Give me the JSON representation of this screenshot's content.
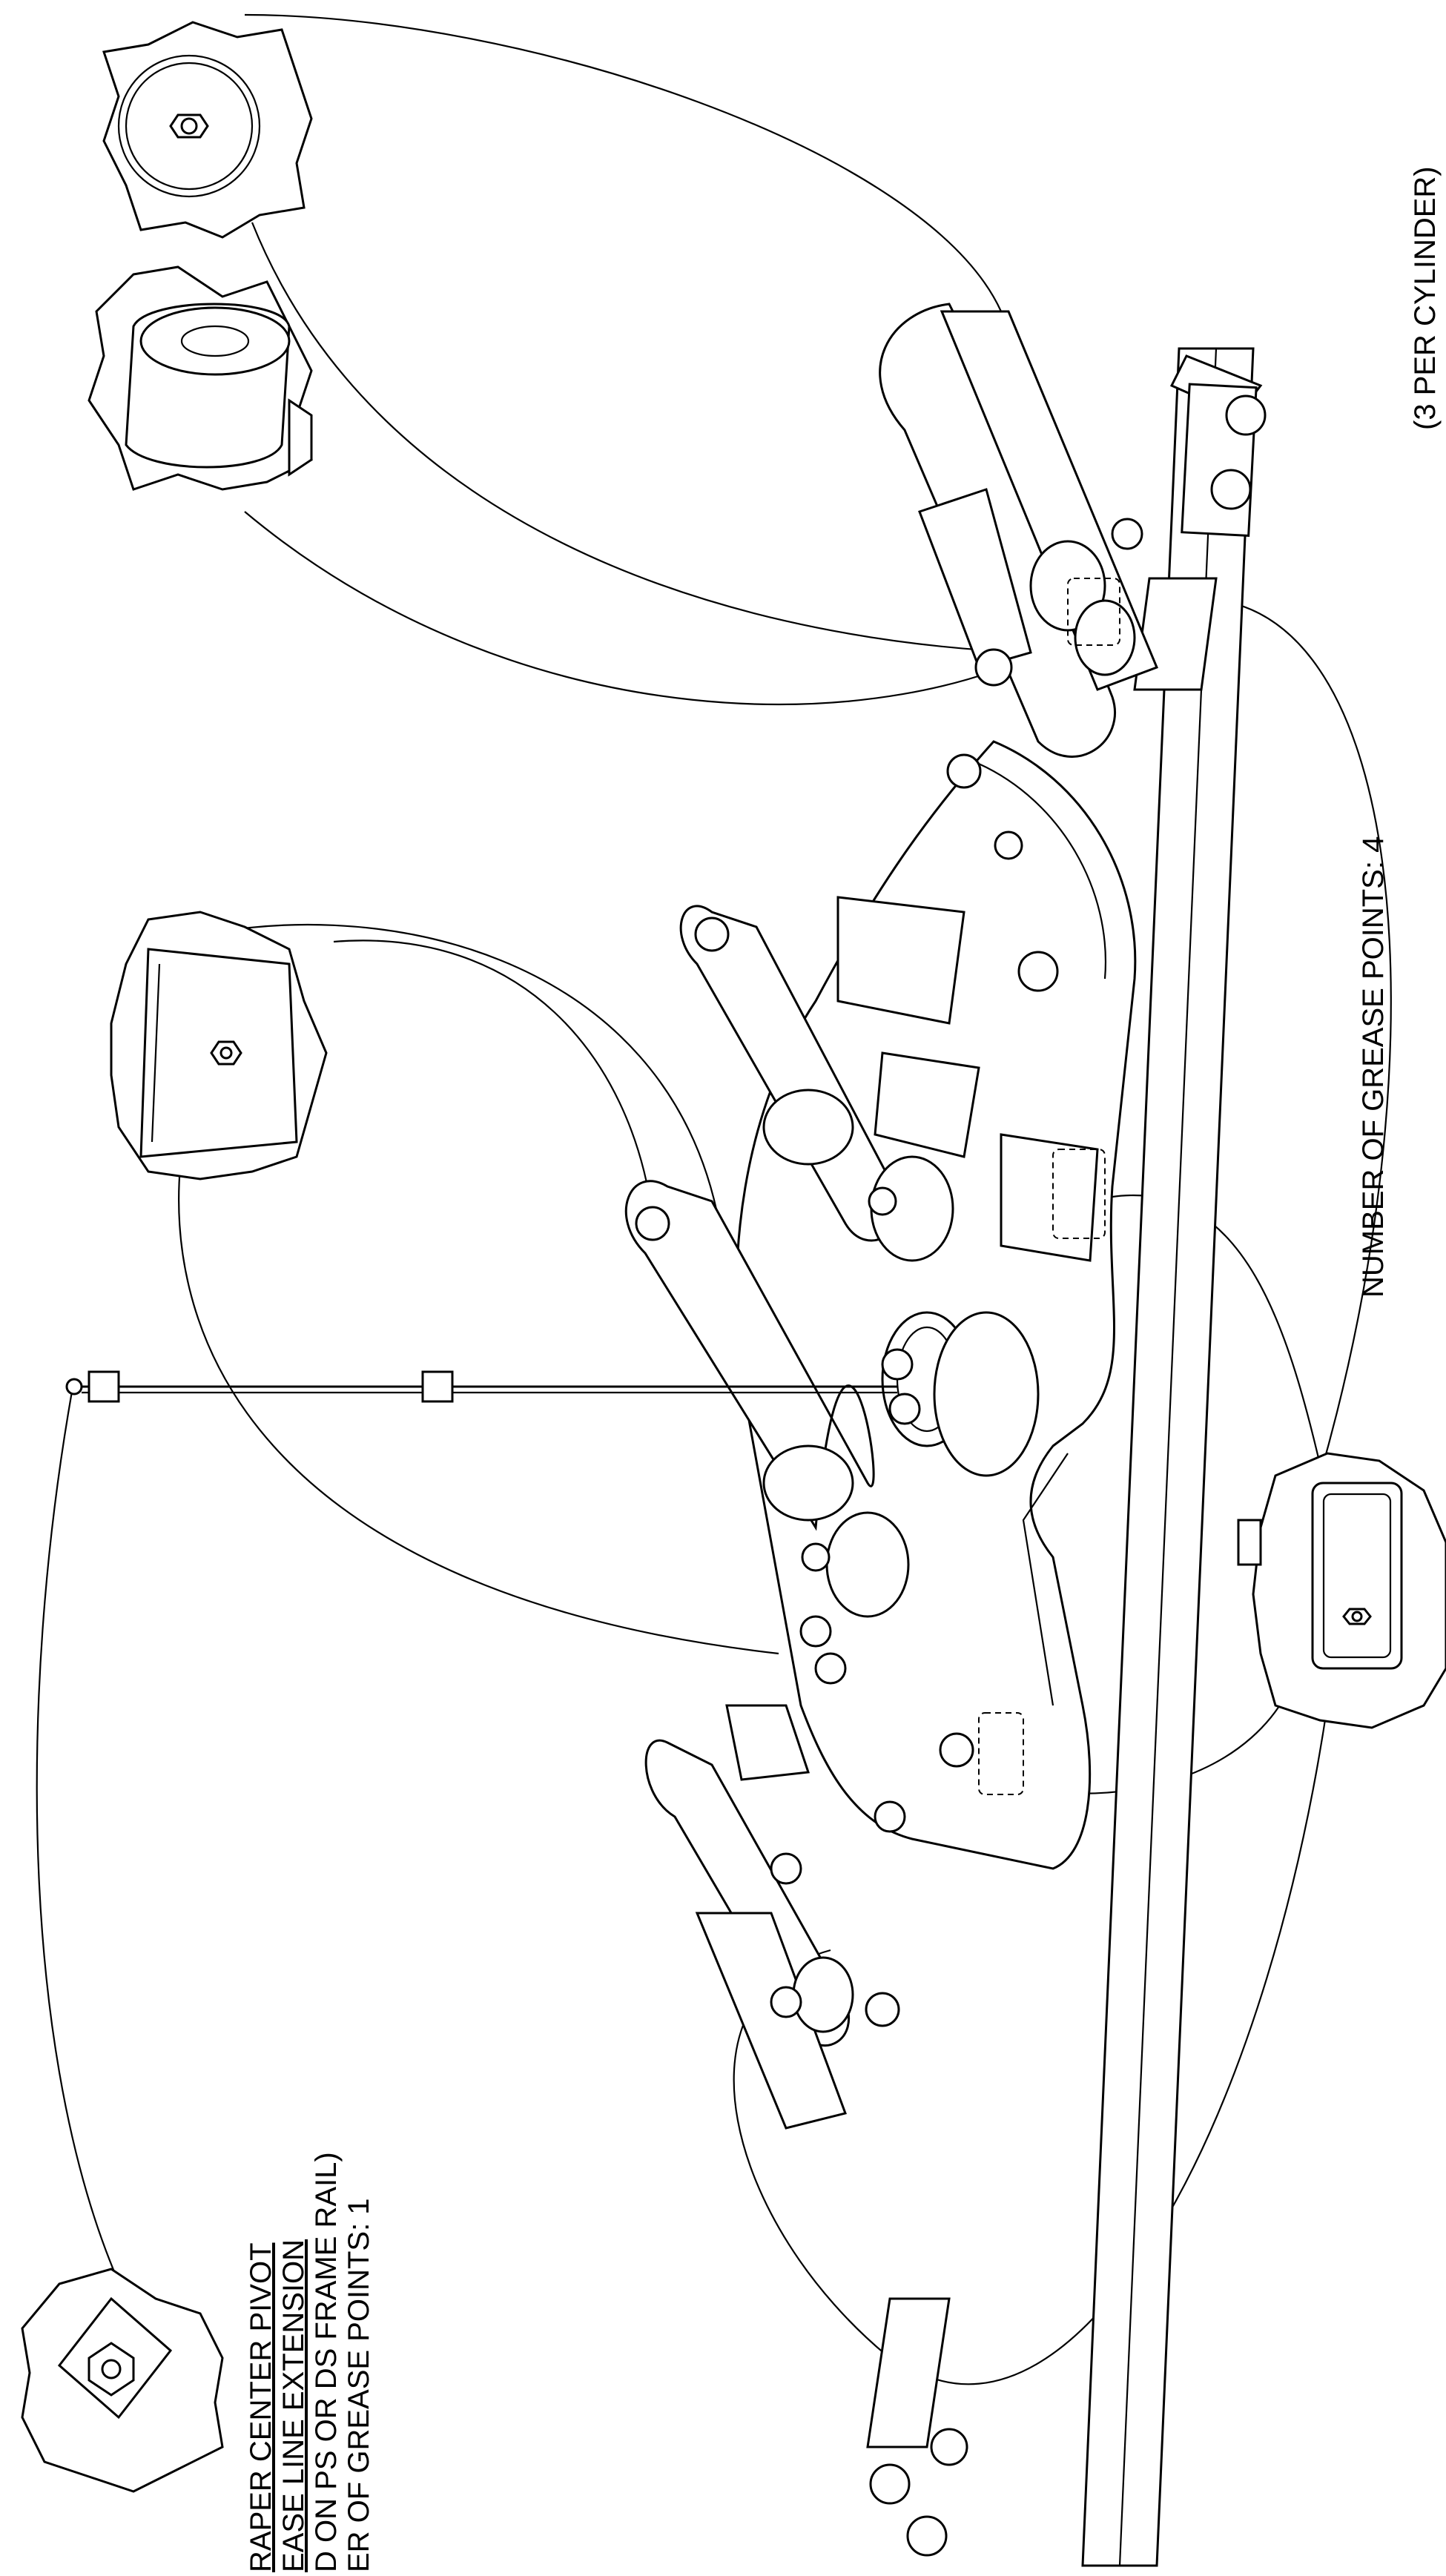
{
  "callout_top_right": {
    "line1": "NUMBER OF GREASE POINTS: 4",
    "line2": "(3 PER CYLINDER)"
  },
  "callout_bottom_left": {
    "line1": "RAPER CENTER PIVOT",
    "line2": "EASE LINE EXTENSION",
    "line3": "D ON PS OR DS FRAME RAIL)",
    "line4": "ER OF GREASE POINTS: 1"
  },
  "detail_views": [
    {
      "name": "cylinder-end-zerk-detail"
    },
    {
      "name": "cylinder-barrel-detail"
    },
    {
      "name": "tube-zerk-detail"
    },
    {
      "name": "grease-line-end-detail"
    },
    {
      "name": "frame-rail-fitting-detail"
    }
  ],
  "colors": {
    "line": "#000000",
    "background": "#ffffff"
  }
}
